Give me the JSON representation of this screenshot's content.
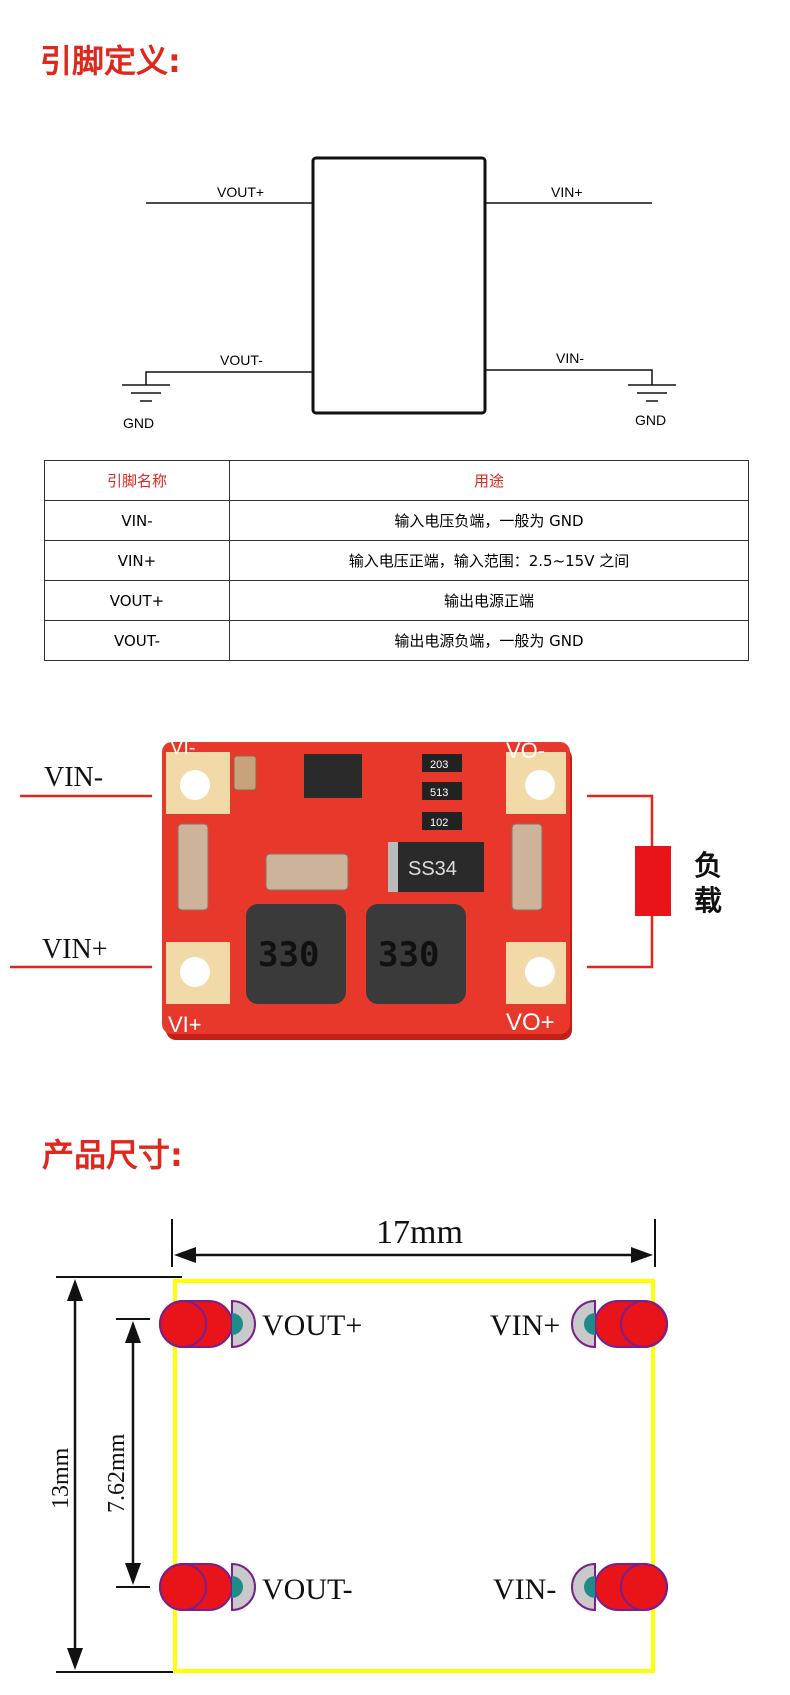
{
  "sections": {
    "pin_definition_title": "引脚定义:",
    "dimensions_title": "产品尺寸:"
  },
  "pinout_diagram": {
    "left_top": "VOUT+",
    "left_bottom": "VOUT-",
    "right_top": "VIN+",
    "right_bottom": "VIN-",
    "gnd_left": "GND",
    "gnd_right": "GND"
  },
  "pin_table": {
    "headers": [
      "引脚名称",
      "用途"
    ],
    "rows": [
      [
        "VIN-",
        "输入电压负端，一般为 GND"
      ],
      [
        "VIN+",
        "输入电压正端，输入范围：2.5~15V 之间"
      ],
      [
        "VOUT+",
        "输出电源正端"
      ],
      [
        "VOUT-",
        "输出电源负端，一般为 GND"
      ]
    ]
  },
  "board_photo": {
    "vin_minus": "VIN-",
    "vin_plus": "VIN+",
    "load_label_1": "负",
    "load_label_2": "载",
    "silk_top_left": "VI-",
    "silk_top_right": "VO-",
    "silk_bottom_left": "VI+",
    "silk_bottom_right": "VO+",
    "inductor_1": "330",
    "inductor_2": "330",
    "diode": "SS34",
    "resistor_1": "203",
    "resistor_2": "513",
    "resistor_3": "102",
    "colors": {
      "pcb": "#e8372b",
      "trace": "#e1261c",
      "pad": "#f2d9a8"
    }
  },
  "dimension_drawing": {
    "width": "17mm",
    "height": "13mm",
    "pitch": "7.62mm",
    "pad_top_left": "VOUT+",
    "pad_top_right": "VIN+",
    "pad_bottom_left": "VOUT-",
    "pad_bottom_right": "VIN-",
    "colors": {
      "outline": "#ffff00",
      "pad": "#e8141a",
      "pad_stroke": "#7a1f8c"
    }
  }
}
